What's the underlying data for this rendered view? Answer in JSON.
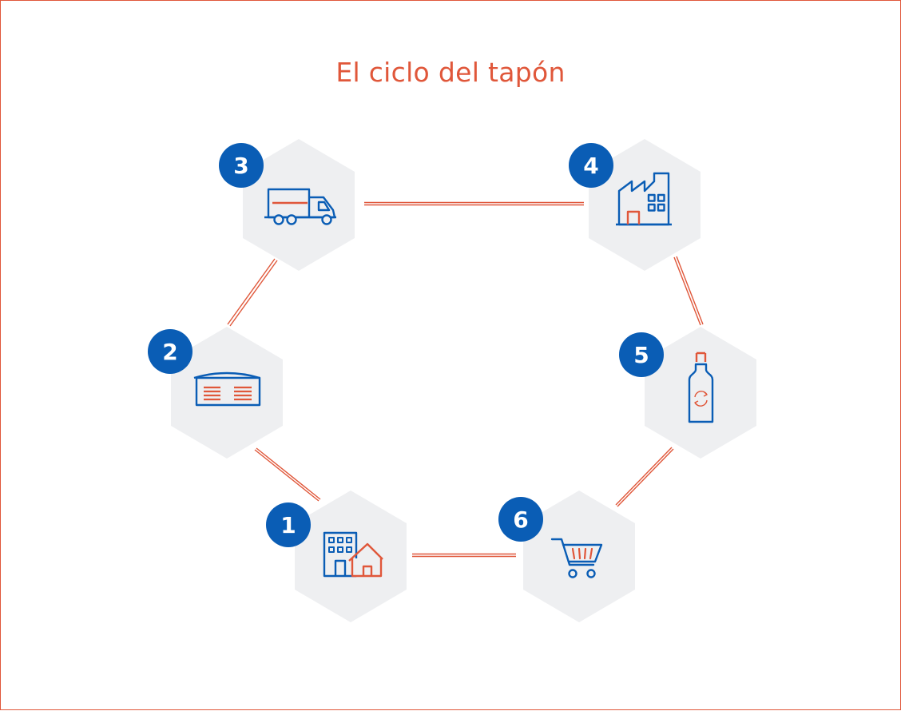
{
  "title": "El ciclo del tapón",
  "colors": {
    "accent": "#e0573a",
    "blue": "#0a5db5",
    "hexagon": "#eeeff1",
    "connector": "#e0573a"
  },
  "steps": [
    {
      "number": "1",
      "icon": "city-building-house-icon"
    },
    {
      "number": "2",
      "icon": "warehouse-icon"
    },
    {
      "number": "3",
      "icon": "delivery-truck-icon"
    },
    {
      "number": "4",
      "icon": "factory-icon"
    },
    {
      "number": "5",
      "icon": "recycling-bottle-icon"
    },
    {
      "number": "6",
      "icon": "shopping-cart-icon"
    }
  ]
}
